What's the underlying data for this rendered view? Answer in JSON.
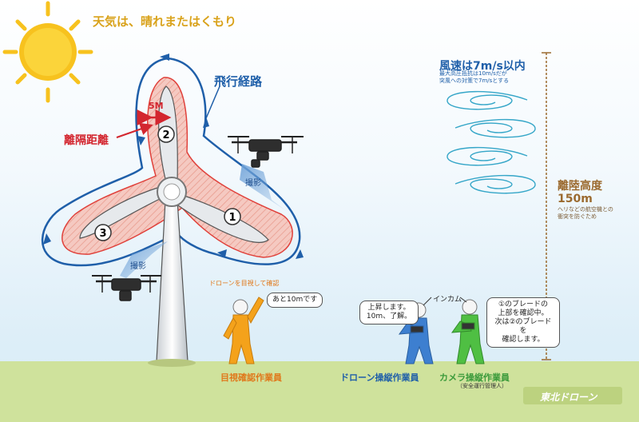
{
  "weather": "天気は、晴れまたはくもり",
  "flight_path": "飛行経路",
  "separation": "離隔距離",
  "distance_5m": "5M",
  "shooting": "撮影",
  "blades": [
    "1",
    "2",
    "3"
  ],
  "wind": {
    "title": "風速は7m/s以内",
    "note_line1": "最大高圧抵抗は10m/sだが",
    "note_line2": "突風への対策で7m/sとする"
  },
  "altitude": {
    "title": "離陸高度",
    "value": "150m",
    "note_line1": "ヘリなどの航空機との",
    "note_line2": "衝突を防ぐため"
  },
  "visual_check_note": "ドローンを目視して確認",
  "intercom": "インカム",
  "speech": {
    "observer": "あと10mです",
    "pilot_line1": "上昇します。",
    "pilot_line2": "10m、了解。",
    "camera_line1": "①のブレードの",
    "camera_line2": "上部を確認中。",
    "camera_line3": "次は②のブレードを",
    "camera_line4": "確認します。"
  },
  "roles": {
    "observer": "目視確認作業員",
    "pilot": "ドローン操縦作業員",
    "camera": "カメラ操縦作業員",
    "camera_sub": "（安全運行管理人）"
  },
  "logo": "東北ドローン",
  "colors": {
    "route_blue": "#1f5fa9",
    "separation_red": "#d3262f",
    "sun_yellow": "#f7c21e",
    "ground_green": "#cfe29c",
    "observer_orange": "#f4a21b",
    "pilot_blue": "#3d7fd0",
    "camera_green": "#4fbf43"
  }
}
